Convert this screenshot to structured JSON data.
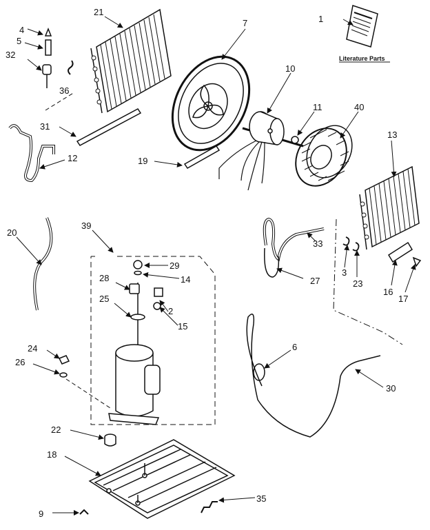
{
  "diagram": {
    "caption": "Literature Parts",
    "callouts": {
      "c1": "1",
      "c2": "2",
      "c3": "3",
      "c4": "4",
      "c5": "5",
      "c6": "6",
      "c7": "7",
      "c9": "9",
      "c10": "10",
      "c11": "11",
      "c12": "12",
      "c13": "13",
      "c14": "14",
      "c15": "15",
      "c16": "16",
      "c17": "17",
      "c18": "18",
      "c19": "19",
      "c20": "20",
      "c21": "21",
      "c22": "22",
      "c23": "23",
      "c24": "24",
      "c25": "25",
      "c26": "26",
      "c27": "27",
      "c28": "28",
      "c29": "29",
      "c30": "30",
      "c31": "31",
      "c32": "32",
      "c33": "33",
      "c35": "35",
      "c36": "36",
      "c39": "39",
      "c40": "40"
    }
  }
}
